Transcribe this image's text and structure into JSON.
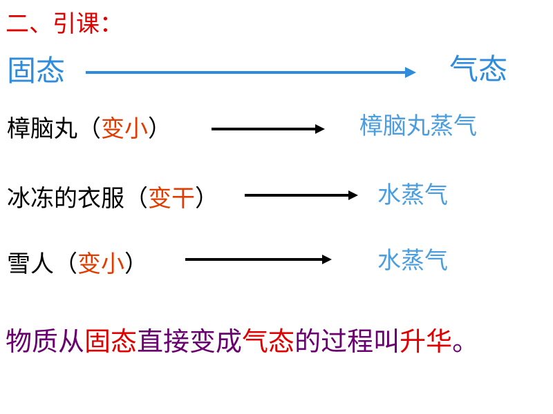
{
  "heading": "二、引课：",
  "header_row": {
    "from": "固态",
    "to": "气态"
  },
  "rows": [
    {
      "subject": "樟脑丸",
      "paren_open": "（",
      "change": "变小",
      "paren_close": "）",
      "result": "樟脑丸蒸气"
    },
    {
      "subject": "冰冻的衣服",
      "paren_open": "（",
      "change": "变干",
      "paren_close": "）",
      "result": "水蒸气"
    },
    {
      "subject": "雪人",
      "paren_open": "（",
      "change": "变小",
      "paren_close": "）",
      "result": "水蒸气"
    }
  ],
  "summary": {
    "p1": "物质从",
    "p2": "固态",
    "p3": "直接变成",
    "p4": "气态",
    "p5": "的过程叫",
    "p6": "升华",
    "p7": "。"
  },
  "colors": {
    "heading": "#e00000",
    "blue_text": "#2f8cdc",
    "change_text": "#e03c00",
    "summary_text": "#6a0070",
    "summary_highlight": "#e00000"
  }
}
